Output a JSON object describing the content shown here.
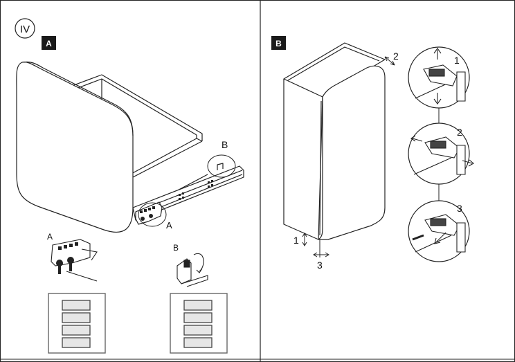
{
  "step": {
    "roman": "IV"
  },
  "panel_a": {
    "tag": "A",
    "callout_b": "B",
    "callout_a": "A",
    "detail_a_label": "A",
    "detail_b_label": "B"
  },
  "panel_b": {
    "tag": "B",
    "arrow_label_2": "2",
    "arrow_label_1": "1",
    "arrow_label_3": "3",
    "hinge_steps": [
      "1",
      "2",
      "3"
    ]
  },
  "colors": {
    "line": "#222222",
    "tag_bg": "#1a1a1a",
    "frame": "#6a6a6a",
    "fill_light": "#e6e6e6"
  }
}
